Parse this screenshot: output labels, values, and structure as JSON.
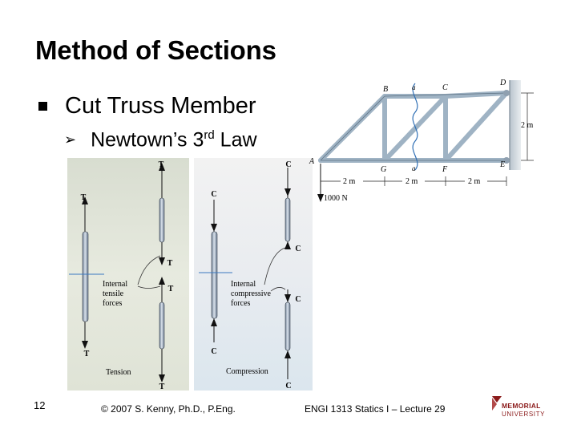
{
  "slide": {
    "title": "Method of Sections",
    "bullet_level1": "Cut Truss Member",
    "bullet_level2_main": "Newtown’s 3",
    "bullet_level2_sup": "rd",
    "bullet_level2_tail": " Law",
    "page_number": "12",
    "footer_copyright": "© 2007 S. Kenny, Ph.D., P.Eng.",
    "footer_course": "ENGI 1313 Statics I – Lecture 29",
    "logo_line1": "MEMORIAL",
    "logo_line2": "UNIVERSITY",
    "logo_color": "#8b1a1a"
  },
  "tension_figure": {
    "force_label": "T",
    "annotation_lines": [
      "Internal",
      "tensile",
      "forces"
    ],
    "caption": "Tension"
  },
  "compression_figure": {
    "force_label": "C",
    "annotation_lines": [
      "Internal",
      "compressive",
      "forces"
    ],
    "caption": "Compression"
  },
  "truss_figure": {
    "top_joints": [
      "B",
      "C",
      "D"
    ],
    "bottom_joints": [
      "A",
      "G",
      "F",
      "E"
    ],
    "section_label": "a",
    "height_label": "2 m",
    "span_label": "2 m",
    "load_label": "1000 N"
  }
}
